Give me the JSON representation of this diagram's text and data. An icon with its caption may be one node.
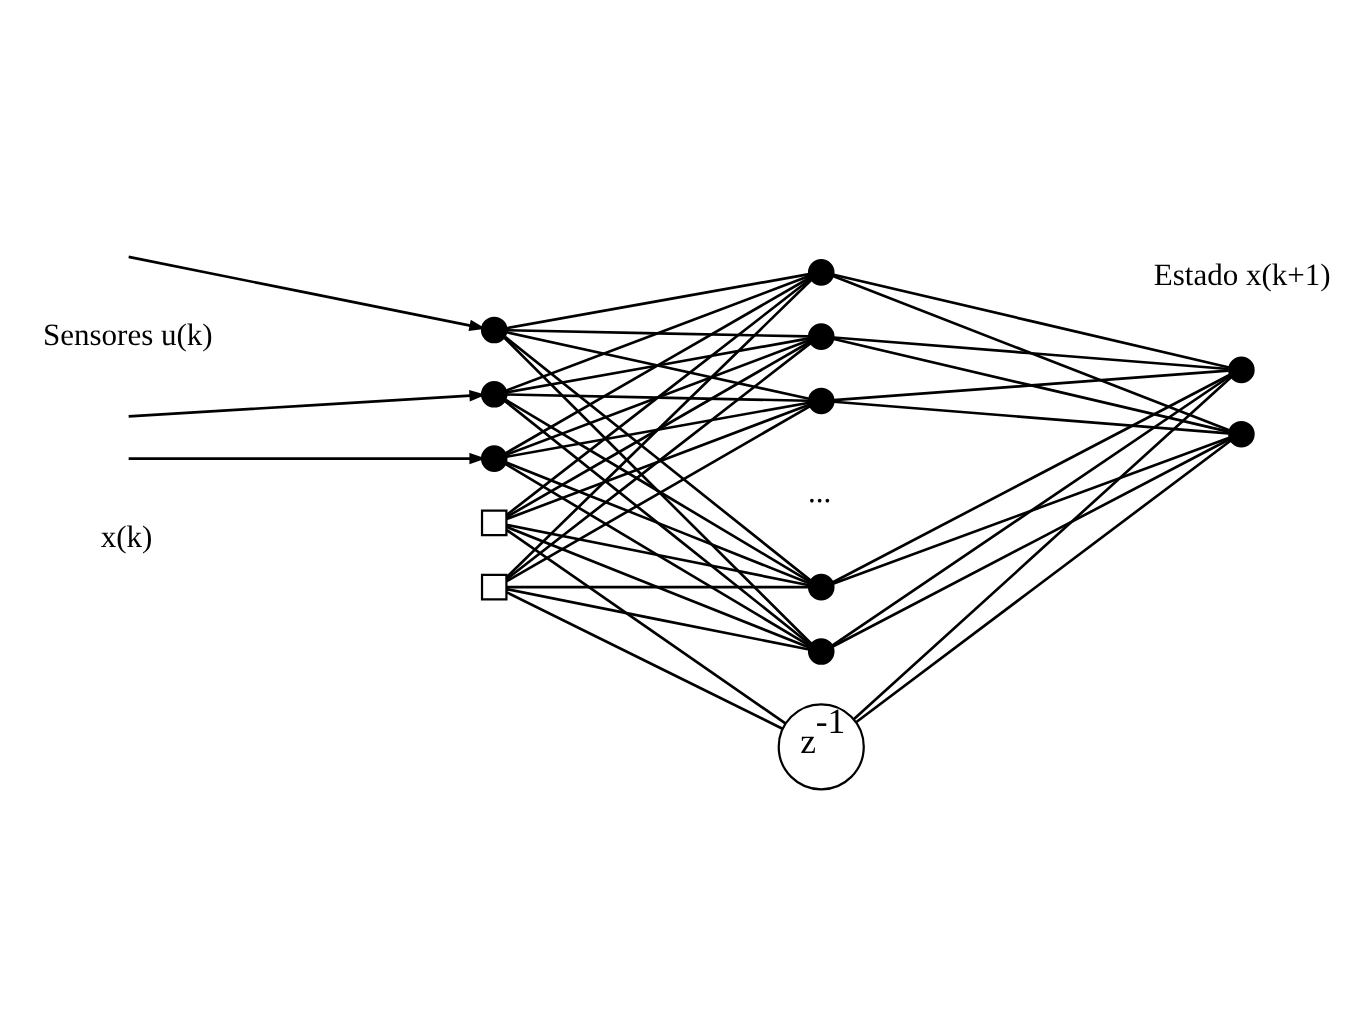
{
  "diagram": {
    "nodes": [
      {
        "text": [],
        "shape": "circle"
      },
      {
        "text": [],
        "shape": "circle"
      },
      {
        "text": [],
        "shape": "circle"
      },
      {
        "text": [],
        "shape": "box"
      },
      {
        "text": [],
        "shape": "box"
      },
      {
        "text": [],
        "shape": "circle"
      },
      {
        "text": [],
        "shape": "circle"
      },
      {
        "text": [],
        "shape": "circle"
      },
      {
        "text": [],
        "shape": "circle"
      },
      {
        "text": [],
        "shape": "circle"
      },
      {
        "text": [],
        "shape": "circle"
      },
      {
        "text": [],
        "shape": "circle"
      },
      {
        "text": [
          "z$^{-1}$"
        ]
      }
    ],
    "edges": [
      {
        "from": null,
        "to": 0,
        "arrow": "to"
      },
      {
        "from": null,
        "to": 1,
        "arrow": "to"
      },
      {
        "from": null,
        "to": 2,
        "arrow": "to"
      },
      {
        "from": 0,
        "to": 5,
        "arrow": "none"
      },
      {
        "from": 0,
        "to": 6,
        "arrow": "none"
      },
      {
        "from": 0,
        "to": 7,
        "arrow": "none"
      },
      {
        "from": 0,
        "to": 8,
        "arrow": "none"
      },
      {
        "from": 0,
        "to": 9,
        "arrow": "none"
      },
      {
        "from": 1,
        "to": 5,
        "arrow": "none"
      },
      {
        "from": 1,
        "to": 6,
        "arrow": "none"
      },
      {
        "from": 1,
        "to": 7,
        "arrow": "none"
      },
      {
        "from": 1,
        "to": 8,
        "arrow": "none"
      },
      {
        "from": 1,
        "to": 9,
        "arrow": "none"
      },
      {
        "from": 2,
        "to": 5,
        "arrow": "none"
      },
      {
        "from": 2,
        "to": 6,
        "arrow": "none"
      },
      {
        "from": 2,
        "to": 7,
        "arrow": "none"
      },
      {
        "from": 2,
        "to": 8,
        "arrow": "none"
      },
      {
        "from": 2,
        "to": 9,
        "arrow": "none"
      },
      {
        "from": 3,
        "to": 5,
        "arrow": "none"
      },
      {
        "from": 3,
        "to": 6,
        "arrow": "none"
      },
      {
        "from": 3,
        "to": 7,
        "arrow": "none"
      },
      {
        "from": 3,
        "to": 8,
        "arrow": "none"
      },
      {
        "from": 3,
        "to": 9,
        "arrow": "none"
      },
      {
        "from": 4,
        "to": 5,
        "arrow": "none"
      },
      {
        "from": 4,
        "to": 6,
        "arrow": "none"
      },
      {
        "from": 4,
        "to": 7,
        "arrow": "none"
      },
      {
        "from": 4,
        "to": 8,
        "arrow": "none"
      },
      {
        "from": 4,
        "to": 9,
        "arrow": "none"
      },
      {
        "from": 5,
        "to": 10,
        "arrow": "none"
      },
      {
        "from": 5,
        "to": 11,
        "arrow": "none"
      },
      {
        "from": 6,
        "to": 10,
        "arrow": "none"
      },
      {
        "from": 6,
        "to": 11,
        "arrow": "none"
      },
      {
        "from": 7,
        "to": 10,
        "arrow": "none"
      },
      {
        "from": 7,
        "to": 11,
        "arrow": "none"
      },
      {
        "from": 8,
        "to": 10,
        "arrow": "none"
      },
      {
        "from": 8,
        "to": 11,
        "arrow": "none"
      },
      {
        "from": 9,
        "to": 10,
        "arrow": "none"
      },
      {
        "from": 9,
        "to": 11,
        "arrow": "none"
      },
      {
        "from": 10,
        "to": 12,
        "arrow": "none"
      },
      {
        "from": 11,
        "to": 12,
        "arrow": "none"
      },
      {
        "from": 12,
        "to": 3,
        "arrow": "none"
      },
      {
        "from": 12,
        "to": 4,
        "arrow": "none"
      }
    ],
    "labels": [
      "Estado x(k+1)",
      "Sensores u(k)",
      "...",
      "x(k)"
    ]
  }
}
